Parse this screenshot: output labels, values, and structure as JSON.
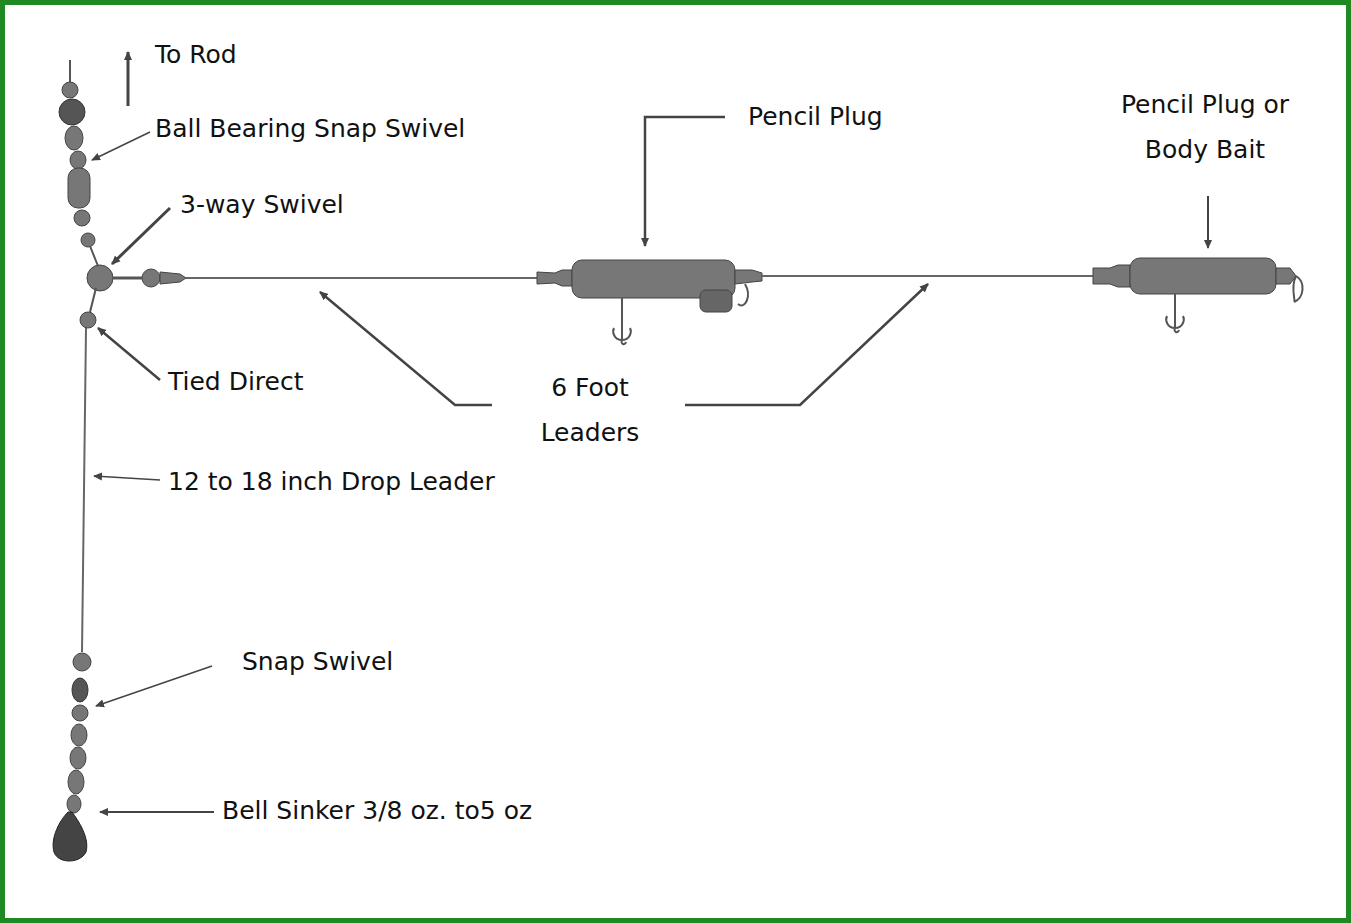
{
  "diagram": {
    "labels": [
      "To Rod",
      "Ball Bearing Snap Swivel",
      "3-way Swivel",
      "Pencil Plug",
      "Pencil Plug or Body Bait",
      "Tied Direct",
      "6 Foot Leaders",
      "12 to 18 inch Drop Leader",
      "Snap Swivel",
      "Bell Sinker 3/8 oz. to5 oz"
    ]
  }
}
